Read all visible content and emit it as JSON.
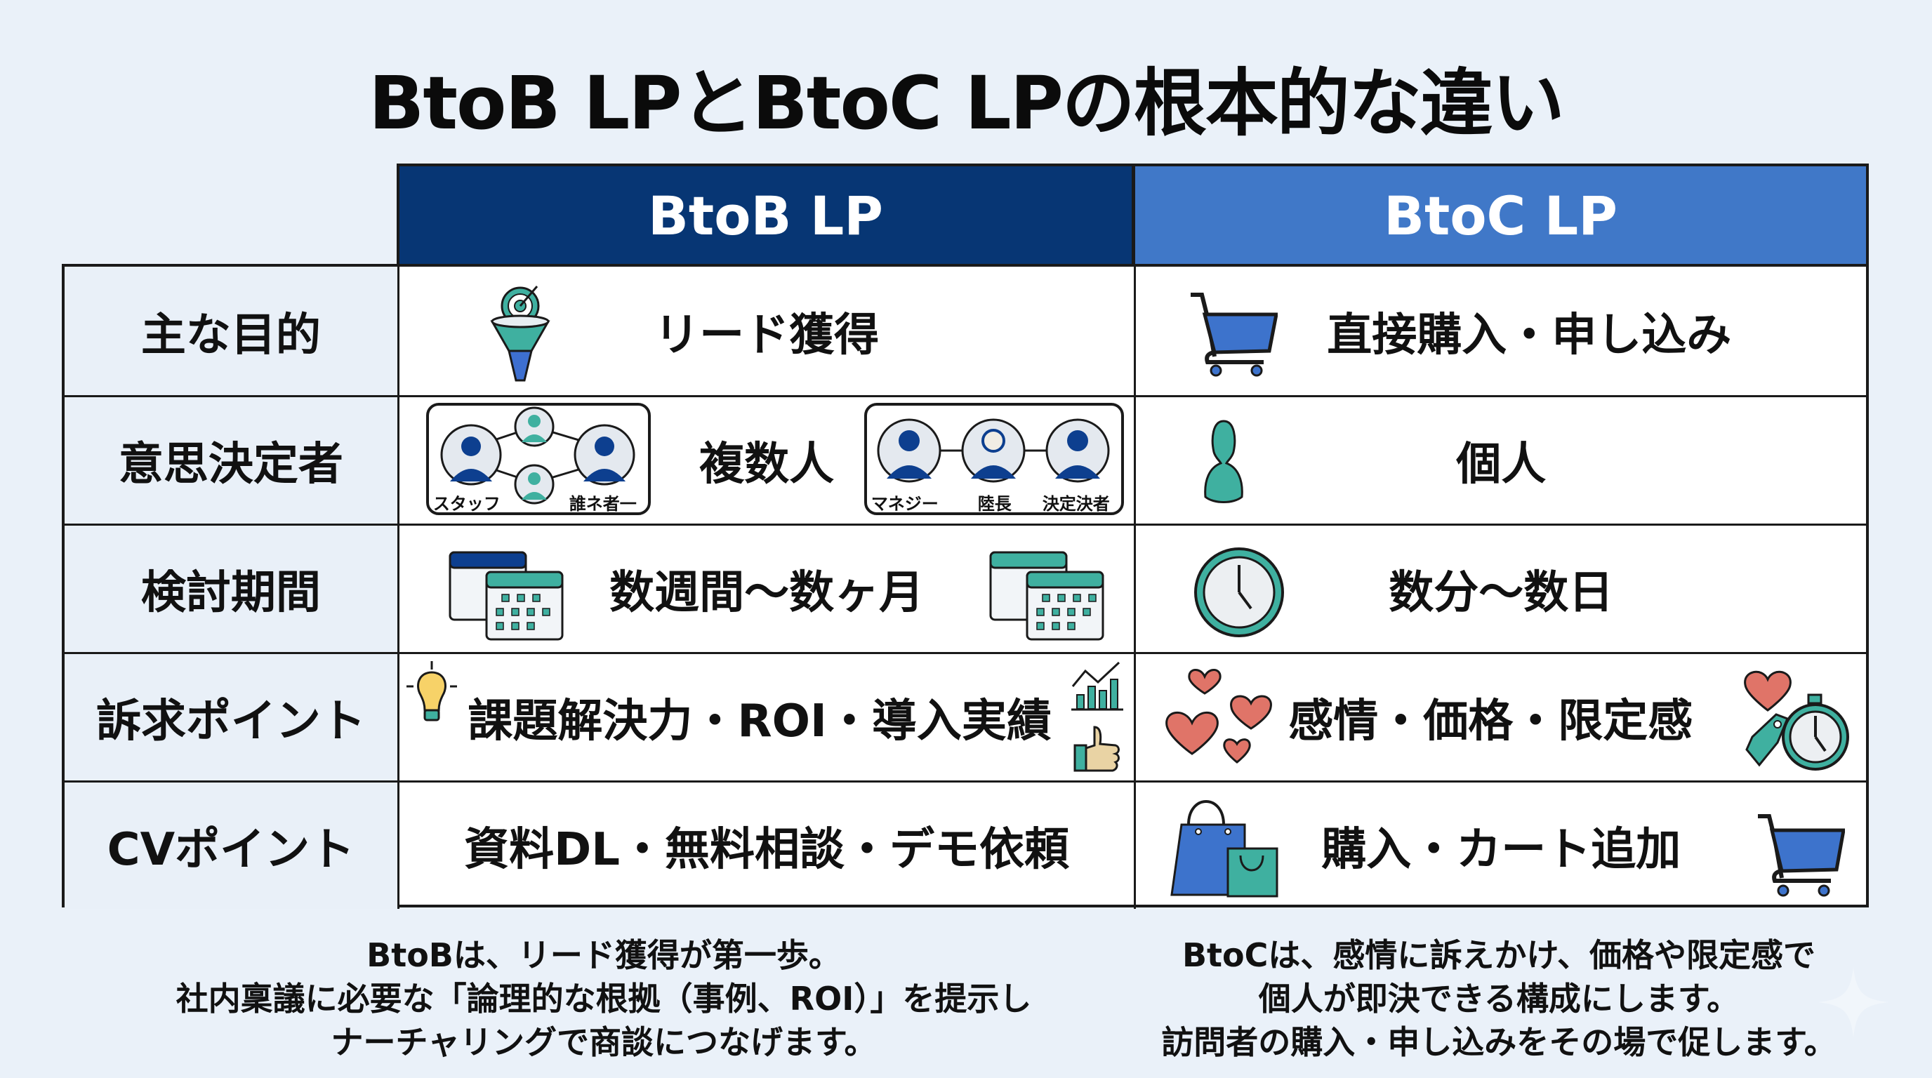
{
  "title": "BtoB LPとBtoC LPの根本的な違い",
  "columns": {
    "btob": {
      "label": "BtoB LP",
      "color": "#073674"
    },
    "btoc": {
      "label": "BtoC LP",
      "color": "#4078c8"
    }
  },
  "rows": [
    {
      "label": "主な目的",
      "btob": {
        "text": "リード獲得",
        "icons": [
          "funnel-target-icon"
        ]
      },
      "btoc": {
        "text": "直接購入・申し込み",
        "icons": [
          "shopping-cart-icon"
        ]
      }
    },
    {
      "label": "意思決定者",
      "btob": {
        "text": "複数人",
        "icons": [
          "staff-network-icon",
          "hierarchy-icon"
        ],
        "group_left_labels": [
          "スタッフ",
          "誰ネ者一"
        ],
        "group_right_labels": [
          "マネジー",
          "陸長",
          "決定決者"
        ]
      },
      "btoc": {
        "text": "個人",
        "icons": [
          "person-icon"
        ]
      }
    },
    {
      "label": "検討期間",
      "btob": {
        "text": "数週間〜数ヶ月",
        "icons": [
          "calendar-stack-icon",
          "calendar-stack-icon"
        ]
      },
      "btoc": {
        "text": "数分〜数日",
        "icons": [
          "clock-icon"
        ]
      }
    },
    {
      "label": "訴求ポイント",
      "btob": {
        "text": "課題解決力・ROI・導入実績",
        "icons": [
          "lightbulb-icon",
          "growth-chart-icon",
          "thumbs-up-icon"
        ]
      },
      "btoc": {
        "text": "感情・価格・限定感",
        "icons": [
          "hearts-icon",
          "heart-icon",
          "price-tag-icon",
          "stopwatch-icon"
        ]
      }
    },
    {
      "label": "CVポイント",
      "btob": {
        "text": "資料DL・無料相談・デモ依頼",
        "icons": []
      },
      "btoc": {
        "text": "購入・カート追加",
        "icons": [
          "shopping-bags-icon",
          "shopping-cart-icon"
        ]
      }
    }
  ],
  "footer": {
    "btob": [
      "BtoBは、リード獲得が第一歩。",
      "社内稟議に必要な「論理的な根拠（事例、ROI）」を提示し",
      "ナーチャリングで商談につなげます。"
    ],
    "btoc": [
      "BtoCは、感情に訴えかけ、価格や限定感で",
      "個人が即決できる構成にします。",
      "訪問者の購入・申し込みをその場で促します。"
    ]
  },
  "palette": {
    "navy": "#073674",
    "blue": "#4078c8",
    "teal": "#3fb0a0",
    "coral": "#e07468",
    "yellow": "#f7d268",
    "background": "#eaf1f9"
  }
}
